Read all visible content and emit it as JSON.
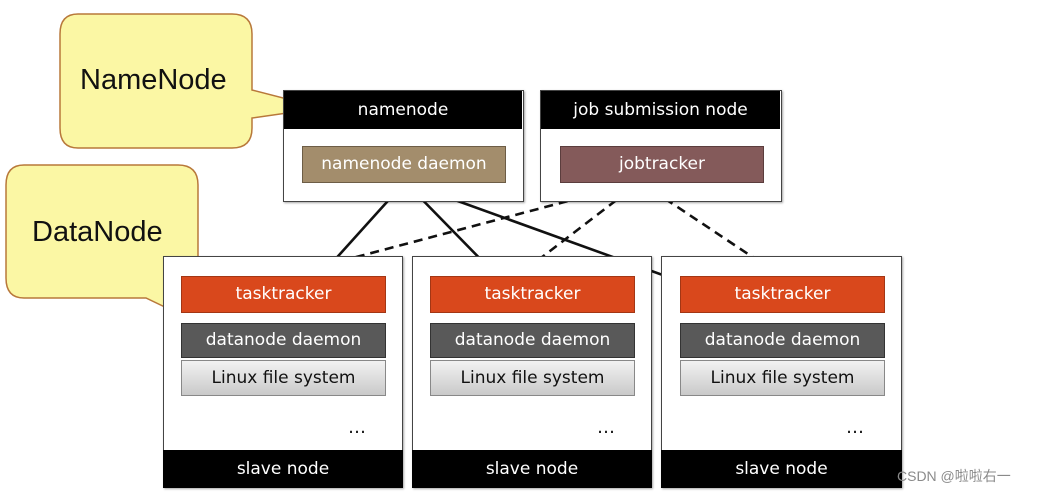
{
  "callouts": {
    "namenode_label": "NameNode",
    "datanode_label": "DataNode"
  },
  "namenode_box": {
    "header": "namenode",
    "daemon": "namenode daemon"
  },
  "job_box": {
    "header": "job submission node",
    "daemon": "jobtracker"
  },
  "slaves": [
    {
      "tasktracker": "tasktracker",
      "datanode": "datanode daemon",
      "fs": "Linux file system",
      "label": "slave node",
      "ellipsis": "…"
    },
    {
      "tasktracker": "tasktracker",
      "datanode": "datanode daemon",
      "fs": "Linux file system",
      "label": "slave node",
      "ellipsis": "…"
    },
    {
      "tasktracker": "tasktracker",
      "datanode": "datanode daemon",
      "fs": "Linux file system",
      "label": "slave node",
      "ellipsis": "…"
    }
  ],
  "watermark": "CSDN @啦啦右一",
  "colors": {
    "callout_fill": "#fbf7a4",
    "callout_border": "#b8783a",
    "tasktracker": "#d9481c",
    "datanode": "#595959",
    "namenode_daemon": "#a38d6c",
    "jobtracker": "#845a5a"
  }
}
